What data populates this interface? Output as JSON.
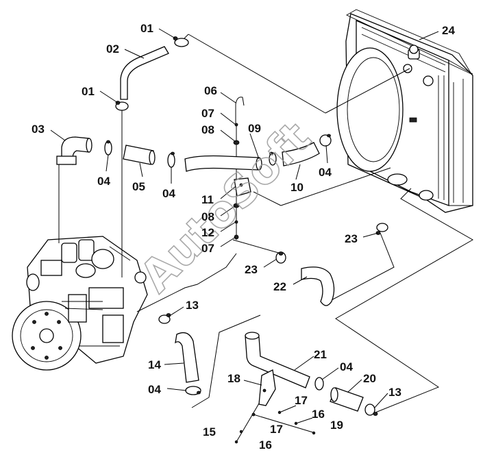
{
  "watermark": "AutoSoft",
  "labels": {
    "c01a": "01",
    "c02": "02",
    "c01b": "01",
    "c03": "03",
    "c04a": "04",
    "c05": "05",
    "c04b": "04",
    "c06": "06",
    "c07a": "07",
    "c08a": "08",
    "c09": "09",
    "c10": "10",
    "c04c": "04",
    "c11": "11",
    "c08b": "08",
    "c12": "12",
    "c07b": "07",
    "c24": "24",
    "c23a": "23",
    "c23b": "23",
    "c22": "22",
    "c13a": "13",
    "c14": "14",
    "c04d": "04",
    "c21": "21",
    "c04e": "04",
    "c20": "20",
    "c13b": "13",
    "c18": "18",
    "c17a": "17",
    "c16a": "16",
    "c19": "19",
    "c15": "15",
    "c17b": "17",
    "c16b": "16"
  }
}
